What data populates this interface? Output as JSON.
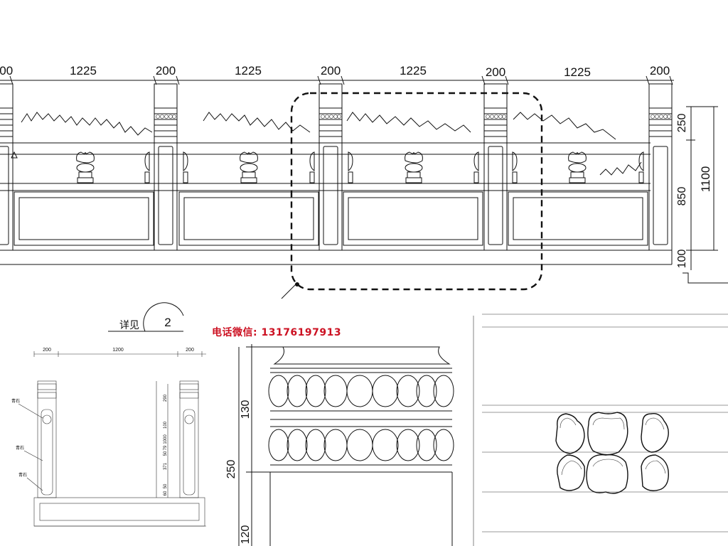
{
  "top_elevation": {
    "dims": [
      {
        "id": "d0",
        "text": "200"
      },
      {
        "id": "d1",
        "text": "1225"
      },
      {
        "id": "d2",
        "text": "200"
      },
      {
        "id": "d3",
        "text": "1225"
      },
      {
        "id": "d4",
        "text": "200"
      },
      {
        "id": "d5",
        "text": "1225"
      },
      {
        "id": "d6",
        "text": "200"
      },
      {
        "id": "d7",
        "text": "1225"
      },
      {
        "id": "d8",
        "text": "200"
      }
    ],
    "vertical_dims": {
      "top": "250",
      "mid": "850",
      "bottom": "100",
      "total": "1100"
    }
  },
  "detail_callout": {
    "label": "详见",
    "number": "2"
  },
  "contact": {
    "text": "电话微信: 13176197913"
  },
  "section": {
    "dims": {
      "left": "200",
      "mid": "1200",
      "right": "200"
    },
    "vdims": [
      "290",
      "1000",
      "100",
      "79",
      "50",
      "371",
      "50",
      "60"
    ],
    "labels": [
      "青石",
      "青石",
      "青石"
    ]
  },
  "detail_pillar": {
    "dims": {
      "a": "130",
      "b": "250",
      "c": "120"
    }
  }
}
